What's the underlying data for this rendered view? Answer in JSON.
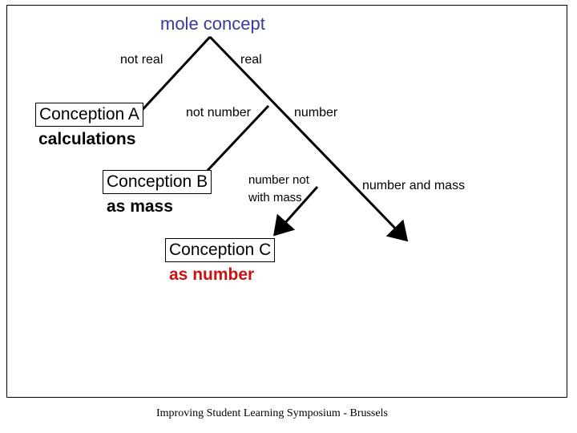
{
  "title": "mole concept",
  "labels": {
    "not_real": "not real",
    "real": "real",
    "not_number": "not number",
    "number": "number",
    "number_not_with_mass_line1": "number not",
    "number_not_with_mass_line2": "with mass",
    "number_and_mass": "number and mass"
  },
  "conceptions": {
    "a": {
      "name": "Conception A",
      "description": "calculations",
      "description_color": "#000000"
    },
    "b": {
      "name": "Conception B",
      "description": "as mass",
      "description_color": "#000000"
    },
    "c": {
      "name": "Conception C",
      "description": "as number",
      "description_color": "#cc1111"
    }
  },
  "footer": "Improving Student Learning Symposium - Brussels",
  "colors": {
    "title": "#3a3a9e",
    "lines": "#000000"
  }
}
